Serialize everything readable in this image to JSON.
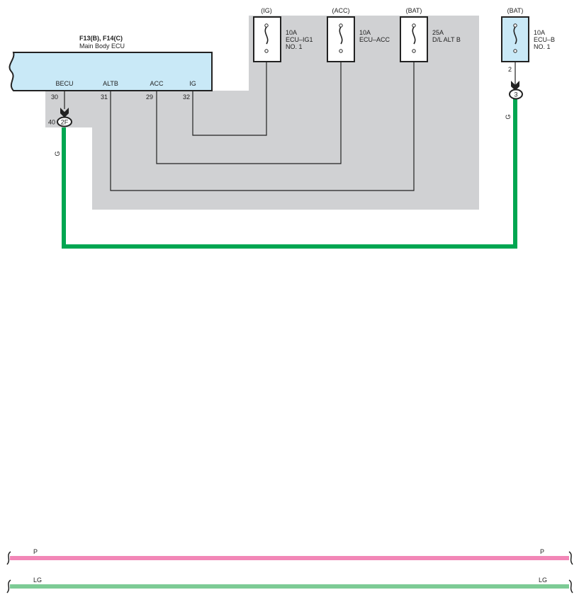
{
  "colors": {
    "shade": "#d0d1d3",
    "ecu_fill": "#c9e9f7",
    "wire_green": "#00a651",
    "wire_pink": "#f286b7",
    "wire_light_green": "#7dcb95",
    "line": "#222222"
  },
  "ecu": {
    "title": "F13(B), F14(C)",
    "subtitle": "Main Body ECU",
    "pins": [
      {
        "name": "BECU",
        "number": "30"
      },
      {
        "name": "ALTB",
        "number": "31"
      },
      {
        "name": "ACC",
        "number": "29"
      },
      {
        "name": "IG",
        "number": "32"
      }
    ]
  },
  "fuses": [
    {
      "source": "(IG)",
      "lines": [
        "10A",
        "ECU–IG1",
        "NO. 1"
      ]
    },
    {
      "source": "(ACC)",
      "lines": [
        "10A",
        "ECU–ACC",
        ""
      ]
    },
    {
      "source": "(BAT)",
      "lines": [
        "25A",
        "D/L ALT B",
        ""
      ]
    },
    {
      "source": "(BAT)",
      "lines": [
        "10A",
        "ECU–B",
        "NO. 1"
      ]
    }
  ],
  "connectors": {
    "left": {
      "id": "2F",
      "pin": "40"
    },
    "right": {
      "id": "3",
      "pin": "2"
    }
  },
  "wires": {
    "main_color": "G",
    "bottom": [
      {
        "left_label": "P",
        "right_label": "P"
      },
      {
        "left_label": "LG",
        "right_label": "LG"
      }
    ]
  }
}
